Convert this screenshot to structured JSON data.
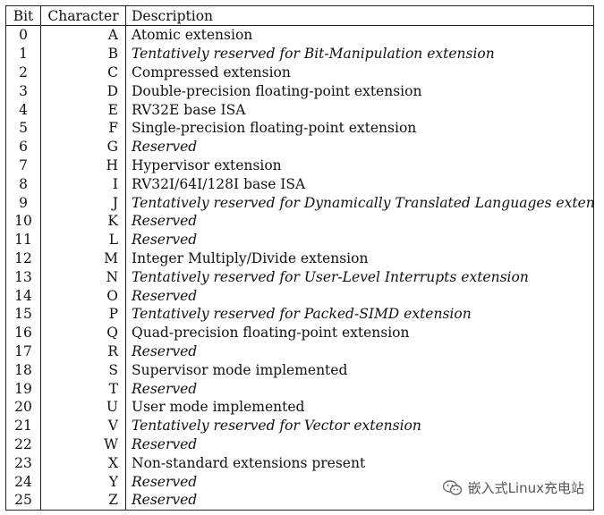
{
  "table": {
    "headers": {
      "bit": "Bit",
      "character": "Character",
      "description": "Description"
    },
    "rows": [
      {
        "bit": "0",
        "char": "A",
        "desc": "Atomic extension",
        "italic": false
      },
      {
        "bit": "1",
        "char": "B",
        "desc": "Tentatively reserved for Bit-Manipulation extension",
        "italic": true
      },
      {
        "bit": "2",
        "char": "C",
        "desc": "Compressed extension",
        "italic": false
      },
      {
        "bit": "3",
        "char": "D",
        "desc": "Double-precision floating-point extension",
        "italic": false
      },
      {
        "bit": "4",
        "char": "E",
        "desc": "RV32E base ISA",
        "italic": false
      },
      {
        "bit": "5",
        "char": "F",
        "desc": "Single-precision floating-point extension",
        "italic": false
      },
      {
        "bit": "6",
        "char": "G",
        "desc": "Reserved",
        "italic": true
      },
      {
        "bit": "7",
        "char": "H",
        "desc": "Hypervisor extension",
        "italic": false
      },
      {
        "bit": "8",
        "char": "I",
        "desc": "RV32I/64I/128I base ISA",
        "italic": false
      },
      {
        "bit": "9",
        "char": "J",
        "desc": "Tentatively reserved for Dynamically Translated Languages extension",
        "italic": true
      },
      {
        "bit": "10",
        "char": "K",
        "desc": "Reserved",
        "italic": true
      },
      {
        "bit": "11",
        "char": "L",
        "desc": "Reserved",
        "italic": true
      },
      {
        "bit": "12",
        "char": "M",
        "desc": "Integer Multiply/Divide extension",
        "italic": false
      },
      {
        "bit": "13",
        "char": "N",
        "desc": "Tentatively reserved for User-Level Interrupts extension",
        "italic": true
      },
      {
        "bit": "14",
        "char": "O",
        "desc": "Reserved",
        "italic": true
      },
      {
        "bit": "15",
        "char": "P",
        "desc": "Tentatively reserved for Packed-SIMD extension",
        "italic": true
      },
      {
        "bit": "16",
        "char": "Q",
        "desc": "Quad-precision floating-point extension",
        "italic": false
      },
      {
        "bit": "17",
        "char": "R",
        "desc": "Reserved",
        "italic": true
      },
      {
        "bit": "18",
        "char": "S",
        "desc": "Supervisor mode implemented",
        "italic": false
      },
      {
        "bit": "19",
        "char": "T",
        "desc": "Reserved",
        "italic": true
      },
      {
        "bit": "20",
        "char": "U",
        "desc": "User mode implemented",
        "italic": false
      },
      {
        "bit": "21",
        "char": "V",
        "desc": "Tentatively reserved for Vector extension",
        "italic": true
      },
      {
        "bit": "22",
        "char": "W",
        "desc": "Reserved",
        "italic": true
      },
      {
        "bit": "23",
        "char": "X",
        "desc": "Non-standard extensions present",
        "italic": false
      },
      {
        "bit": "24",
        "char": "Y",
        "desc": "Reserved",
        "italic": true
      },
      {
        "bit": "25",
        "char": "Z",
        "desc": "Reserved",
        "italic": true
      }
    ]
  },
  "watermark": {
    "icon": "wechat-icon",
    "text": "嵌入式Linux充电站"
  }
}
